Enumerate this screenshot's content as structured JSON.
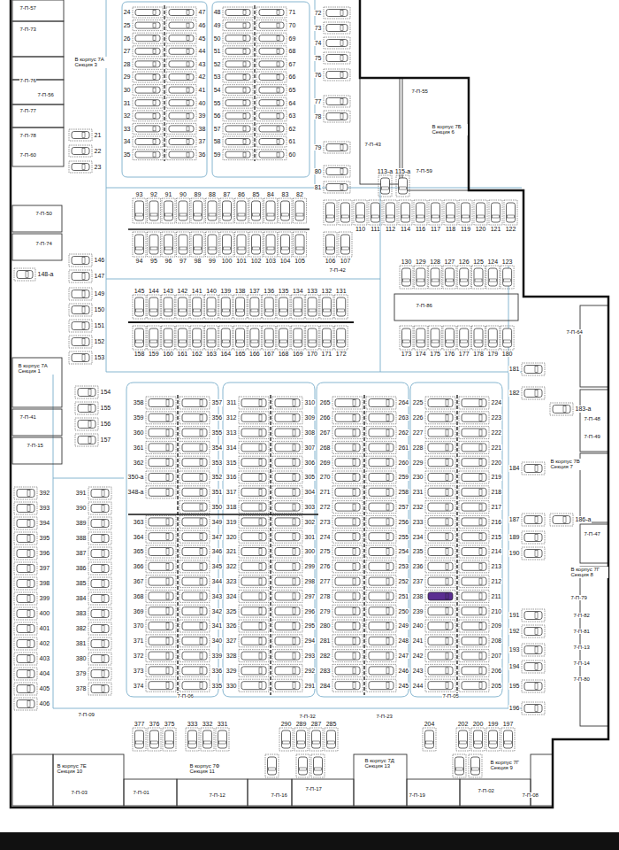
{
  "diagram": {
    "labels": [
      "24",
      "25",
      "26",
      "27",
      "28",
      "29",
      "30",
      "31",
      "32",
      "33",
      "34",
      "35",
      "47",
      "46",
      "45",
      "44",
      "43",
      "42",
      "41",
      "40",
      "39",
      "38",
      "37",
      "36",
      "48",
      "49",
      "50",
      "51",
      "52",
      "53",
      "54",
      "55",
      "56",
      "57",
      "58",
      "59",
      "71",
      "70",
      "69",
      "68",
      "67",
      "66",
      "65",
      "64",
      "63",
      "62",
      "61",
      "60",
      "72",
      "73",
      "74",
      "75",
      "76",
      "77",
      "78",
      "79",
      "80",
      "81",
      "21",
      "22",
      "23",
      "93",
      "92",
      "91",
      "90",
      "89",
      "88",
      "87",
      "86",
      "85",
      "84",
      "83",
      "82",
      "94",
      "95",
      "96",
      "97",
      "98",
      "99",
      "100",
      "101",
      "102",
      "103",
      "104",
      "105",
      "106",
      "107",
      "113-а",
      "115-а",
      "110",
      "111",
      "112",
      "114",
      "116",
      "117",
      "118",
      "119",
      "120",
      "121",
      "122",
      "130",
      "129",
      "128",
      "127",
      "126",
      "125",
      "124",
      "123",
      "145",
      "144",
      "143",
      "142",
      "141",
      "140",
      "139",
      "138",
      "137",
      "136",
      "135",
      "134",
      "133",
      "132",
      "131",
      "158",
      "159",
      "160",
      "161",
      "162",
      "163",
      "164",
      "165",
      "166",
      "167",
      "168",
      "169",
      "170",
      "171",
      "172",
      "173",
      "174",
      "175",
      "176",
      "177",
      "178",
      "179",
      "180",
      "146",
      "147",
      "149",
      "150",
      "151",
      "152",
      "153",
      "148-а",
      "154",
      "155",
      "156",
      "157",
      "181",
      "182",
      "184",
      "187",
      "189",
      "190",
      "191",
      "192",
      "193",
      "194",
      "195",
      "196",
      "183-а",
      "186-а",
      "358",
      "359",
      "360",
      "361",
      "362",
      "350-а",
      "348-а",
      "363",
      "364",
      "365",
      "366",
      "367",
      "368",
      "369",
      "370",
      "371",
      "372",
      "373",
      "374",
      "357",
      "356",
      "355",
      "354",
      "353",
      "352",
      "351",
      "350",
      "349",
      "347",
      "346",
      "345",
      "344",
      "343",
      "342",
      "341",
      "340",
      "339",
      "336",
      "335",
      "311",
      "312",
      "313",
      "314",
      "315",
      "316",
      "317",
      "318",
      "319",
      "320",
      "321",
      "322",
      "323",
      "324",
      "325",
      "326",
      "327",
      "328",
      "329",
      "330",
      "310",
      "309",
      "308",
      "307",
      "306",
      "305",
      "304",
      "303",
      "302",
      "301",
      "300",
      "299",
      "298",
      "297",
      "296",
      "295",
      "294",
      "293",
      "292",
      "291",
      "265",
      "266",
      "267",
      "268",
      "269",
      "270",
      "271",
      "272",
      "273",
      "274",
      "275",
      "276",
      "277",
      "278",
      "279",
      "280",
      "281",
      "282",
      "283",
      "284",
      "264",
      "263",
      "262",
      "261",
      "260",
      "259",
      "258",
      "257",
      "256",
      "255",
      "254",
      "253",
      "252",
      "251",
      "250",
      "249",
      "248",
      "247",
      "246",
      "245",
      "225",
      "226",
      "227",
      "228",
      "229",
      "230",
      "231",
      "232",
      "233",
      "234",
      "235",
      "236",
      "237",
      "238",
      "239",
      "240",
      "241",
      "242",
      "243",
      "244",
      "224",
      "223",
      "222",
      "221",
      "220",
      "219",
      "218",
      "217",
      "216",
      "215",
      "214",
      "213",
      "212",
      "211",
      "210",
      "209",
      "208",
      "207",
      "206",
      "205",
      "392",
      "393",
      "394",
      "395",
      "396",
      "397",
      "398",
      "399",
      "400",
      "401",
      "402",
      "403",
      "404",
      "405",
      "406",
      "391",
      "390",
      "389",
      "388",
      "387",
      "386",
      "385",
      "384",
      "383",
      "382",
      "381",
      "380",
      "379",
      "378",
      "377",
      "376",
      "375",
      "333",
      "332",
      "331",
      "290",
      "289",
      "287",
      "285",
      "204",
      "202",
      "200",
      "199",
      "197",
      "7-П-57",
      "7-П-73",
      "В корпус 7А Секция 3",
      "7-П-76",
      "7-П-56",
      "7-П-77",
      "7-П-78",
      "7-П-60",
      "7-П-50",
      "7-П-74",
      "В корпус 7А Секция 1",
      "7-П-41",
      "7-П-15",
      "7-П-42",
      "7-П-86",
      "7-П-55",
      "В корпус 7Б Секция 6",
      "7-П-59",
      "7-П-43",
      "7-П-64",
      "7-П-48",
      "7-П-49",
      "В корпус 7В Секция 7",
      "7-П-47",
      "В корпус 7Г Секция 8",
      "7-П-79",
      "7-П-82",
      "7-П-81",
      "7-П-13",
      "7-П-14",
      "7-П-80",
      "7-П-09",
      "7-П-06",
      "7-П-05",
      "7-П-23",
      "7-П-32",
      "В корпус 7Е Секция 10",
      "В корпус 7Ф Секция 11",
      "7-П-12",
      "7-П-16",
      "7-П-17",
      "В корпус 7Д Секция 13",
      "7-П-19",
      "7-П-02",
      "В корпус 7Г Секция 9",
      "7-П-08",
      "7-П-03",
      "7-П-01"
    ]
  }
}
